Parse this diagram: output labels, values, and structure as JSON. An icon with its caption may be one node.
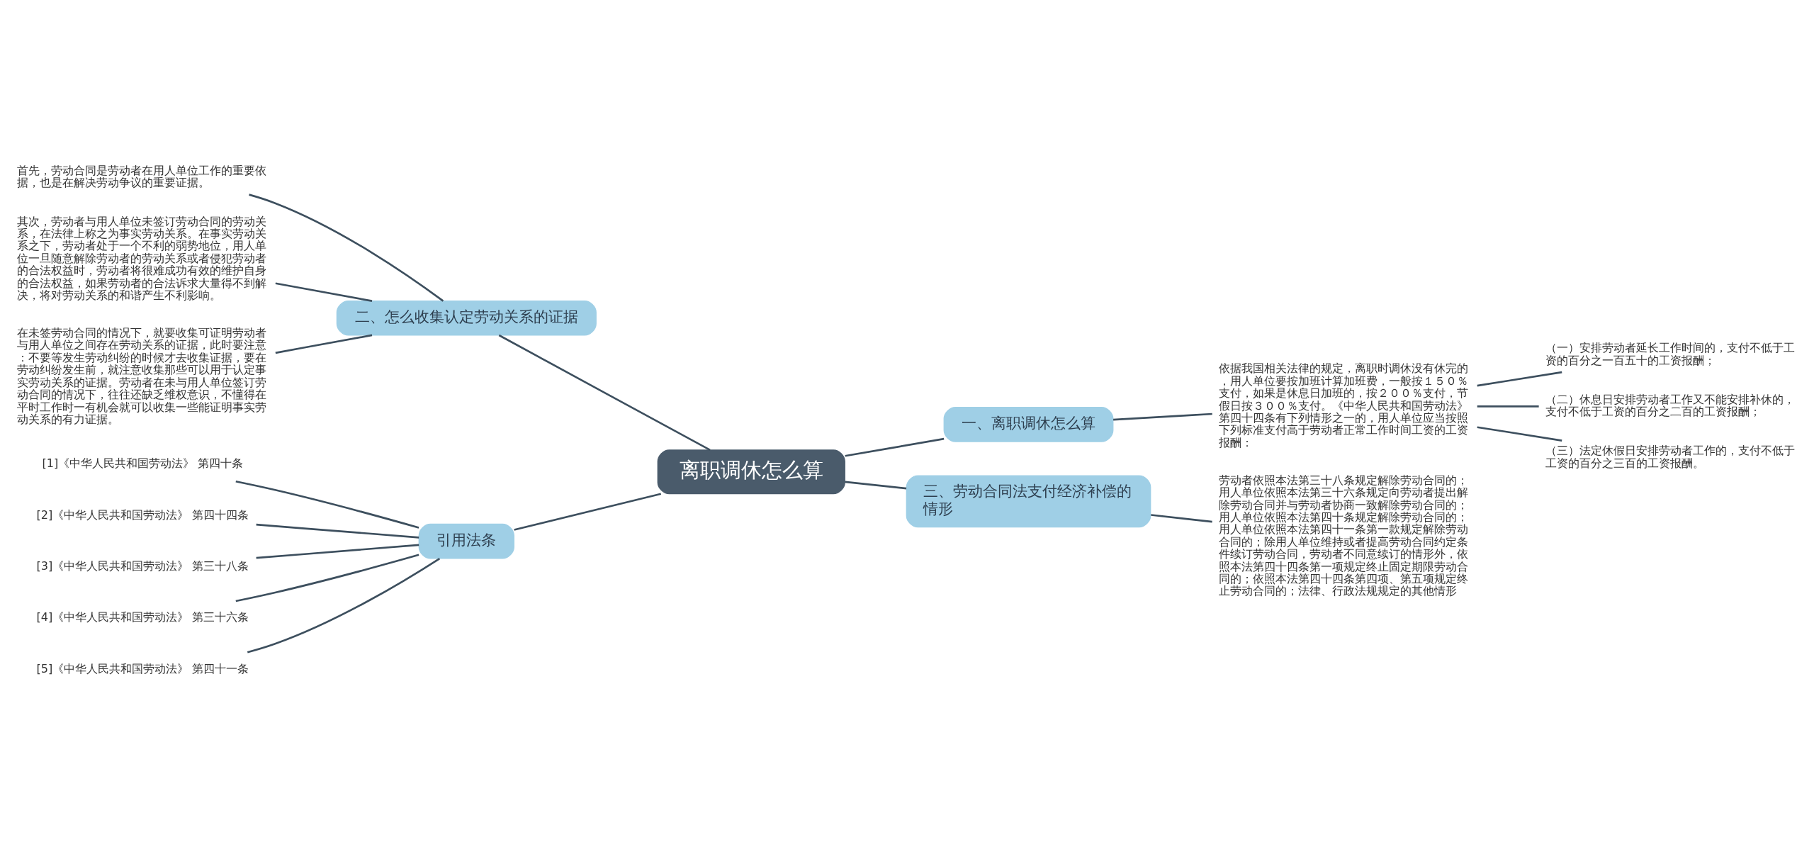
{
  "diagram": {
    "nodes": [
      {
        "text": [
          "离职调休怎么算"
        ]
      },
      {
        "text": [
          "一、离职调休怎么算"
        ]
      },
      {
        "text": [
          "依据我国相关法律的规定，离职时调休没有休完的，用人单位要按加班计算加班费，一般按１５０％支付，如果是休息日加班的，按２００％支付，节假日按３００％支付。《中华人民共和国劳动法》第四十四条有下列情形之一的，用人单位应当按照下列标准支付高于劳动者正常工作时间工资的工资报酬："
        ]
      },
      {
        "text": [
          "（一）安排劳动者延长工作时间的，支付不低于工资的百分之一百五十的工资报酬；"
        ]
      },
      {
        "text": [
          "（二）休息日安排劳动者工作又不能安排补休的，支付不低于工资的百分之二百的工资报酬；"
        ]
      },
      {
        "text": [
          "（三）法定休假日安排劳动者工作的，支付不低于工资的百分之三百的工资报酬。"
        ]
      },
      {
        "text": [
          "二、怎么收集认定劳动关系的证据"
        ]
      },
      {
        "text": [
          "首先，劳动合同是劳动者在用人单位工作的重要依据，也是在解决劳动争议的重要证据。"
        ]
      },
      {
        "text": [
          "其次，劳动者与用人单位未签订劳动合同的劳动关系，在法律上称之为事实劳动关系。在事实劳动关系之下，劳动者处于一个不利的弱势地位，用人单位一旦随意解除劳动者的劳动关系或者侵犯劳动者的合法权益时，劳动者将很难成功有效的维护自身的合法权益，如果劳动者的合法诉求大量得不到解决，将对劳动关系的和谐产生不利影响。"
        ]
      },
      {
        "text": [
          "在未签劳动合同的情况下，就要收集可证明劳动者与用人单位之间存在劳动关系的证据，此时要注意：不要等发生劳动纠纷的时候才去收集证据，要在劳动纠纷发生前，就注意收集那些可以用于认定事实劳动关系的证据。劳动者在未与用人单位签订劳动合同的情况下，往往还缺乏维权意识，不懂得在平时工作时一有机会就可以收集一些能证明事实劳动关系的有力证据。"
        ]
      },
      {
        "text": [
          "三、劳动合同法支付经济补偿的情形"
        ]
      },
      {
        "text": [
          "劳动者依照本法第三十八条规定解除劳动合同的；用人单位依照本法第三十六条规定向劳动者提出解除劳动合同并与劳动者协商一致解除劳动合同的；用人单位依照本法第四十条规定解除劳动合同的；用人单位依照本法第四十一条第一款规定解除劳动合同的；除用人单位维持或者提高劳动合同约定条件续订劳动合同，劳动者不同意续订的情形外，依照本法第四十四条第一项规定终止固定期限劳动合同的；依照本法第四十四条第四项、第五项规定终止劳动合同的；法律、行政法规规定的其他情形"
        ]
      },
      {
        "text": [
          "引用法条"
        ]
      },
      {
        "text": [
          "[1]《中华人民共和国劳动法》 第四十条"
        ]
      },
      {
        "text": [
          "[2]《中华人民共和国劳动法》 第四十四条"
        ]
      },
      {
        "text": [
          "[3]《中华人民共和国劳动法》 第三十八条"
        ]
      },
      {
        "text": [
          "[4]《中华人民共和国劳动法》 第三十六条"
        ]
      },
      {
        "text": [
          "[5]《中华人民共和国劳动法》 第四十一条"
        ]
      }
    ],
    "edges": [
      {
        "from": 0,
        "to": 1,
        "arrow": "none"
      },
      {
        "from": 1,
        "to": 2,
        "arrow": "none"
      },
      {
        "from": 2,
        "to": 3,
        "arrow": "none"
      },
      {
        "from": 2,
        "to": 4,
        "arrow": "none"
      },
      {
        "from": 2,
        "to": 5,
        "arrow": "none"
      },
      {
        "from": 0,
        "to": 6,
        "arrow": "none"
      },
      {
        "from": 6,
        "to": 7,
        "arrow": "none"
      },
      {
        "from": 6,
        "to": 8,
        "arrow": "none"
      },
      {
        "from": 6,
        "to": 9,
        "arrow": "none"
      },
      {
        "from": 0,
        "to": 10,
        "arrow": "none"
      },
      {
        "from": 10,
        "to": 11,
        "arrow": "none"
      },
      {
        "from": 0,
        "to": 12,
        "arrow": "none"
      },
      {
        "from": 12,
        "to": 13,
        "arrow": "none"
      },
      {
        "from": 12,
        "to": 14,
        "arrow": "none"
      },
      {
        "from": 12,
        "to": 15,
        "arrow": "none"
      },
      {
        "from": 12,
        "to": 16,
        "arrow": "none"
      },
      {
        "from": 12,
        "to": 17,
        "arrow": "none"
      }
    ]
  }
}
